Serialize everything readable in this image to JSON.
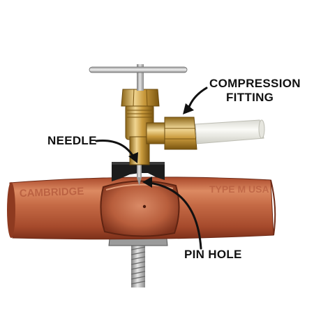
{
  "labels": {
    "compression_fitting": [
      "COMPRESSION",
      "FITTING"
    ],
    "needle": "NEEDLE",
    "pin_hole": "PIN HOLE"
  },
  "pipe_stamp": "CAMBRIDGE",
  "colors": {
    "copper_dark": "#8e3a20",
    "copper": "#c8653f",
    "copper_light": "#e7a07a",
    "brass_dark": "#8a6417",
    "brass": "#c99a3c",
    "brass_light": "#f0d591",
    "rubber": "#1c1c1c",
    "steel": "#b8b8b8",
    "tube": "#efefe9",
    "text": "#111111"
  }
}
